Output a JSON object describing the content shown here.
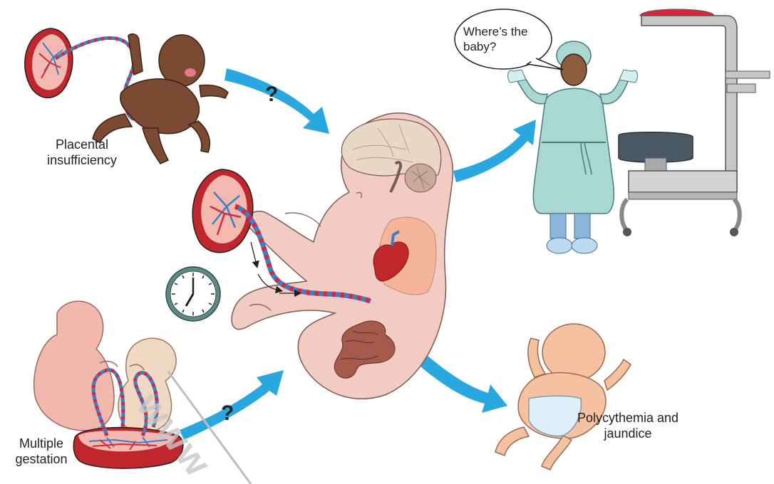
{
  "labels": {
    "placental_insufficiency": "Placental insufficiency",
    "multiple_gestation": "Multiple gestation",
    "polycythemia_jaundice": "Polycythemia and jaundice",
    "question_top": "?",
    "question_bottom": "?"
  },
  "speech_bubble": {
    "text": "Where’s the baby?"
  },
  "watermark": "www",
  "colors": {
    "arrow": "#29a8e0",
    "placenta": "#c0272d",
    "umbilical_red": "#d9283a",
    "umbilical_blue": "#3b7fc4",
    "fetus_skin": "#f2cbc2",
    "dark_baby_skin": "#7b4a33",
    "newborn_skin": "#f4c2a1",
    "gown": "#a9d8d3",
    "clock_face": "#ffffff",
    "clock_rim": "#5e8a88"
  },
  "icons": [
    "clock-icon",
    "warmer-icon",
    "speech-bubble-icon"
  ]
}
